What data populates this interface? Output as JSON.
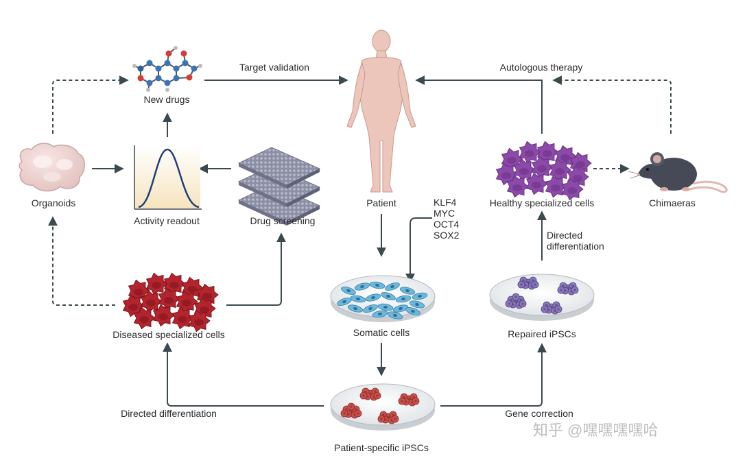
{
  "labels": {
    "new_drugs": "New drugs",
    "target_validation": "Target validation",
    "autologous_therapy": "Autologous therapy",
    "organoids": "Organoids",
    "activity_readout": "Activity readout",
    "drug_screening": "Drug screening",
    "patient": "Patient",
    "healthy_cells": "Healthy specialized cells",
    "chimaeras": "Chimaeras",
    "directed_diff_right_1": "Directed",
    "directed_diff_right_2": "differentiation",
    "diseased_cells": "Diseased specialized cells",
    "somatic_cells": "Somatic cells",
    "repaired_ipscs": "Repaired iPSCs",
    "directed_diff_left": "Directed differentiation",
    "gene_correction": "Gene correction",
    "patient_ipscs": "Patient-specific iPSCs"
  },
  "factors": [
    "KLF4",
    "MYC",
    "OCT4",
    "SOX2"
  ],
  "watermark": "知乎 @嘿嘿嘿嘿哈",
  "colors": {
    "arrow": "#3a4a4e",
    "skin": "#ecc6bb",
    "diseased": "#b3252e",
    "healthy": "#8c4aa8",
    "somatic": "#6bb8dc",
    "ipsc": "#c9504d",
    "repaired": "#8a78b8",
    "mouse": "#464a57"
  }
}
